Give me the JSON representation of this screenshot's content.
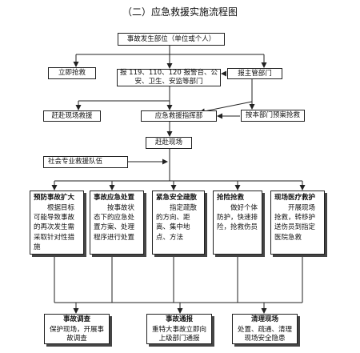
{
  "title": "（二）应急救援实施流程图",
  "nodes": {
    "accident_unit": "事故发生部位（单位或个人）",
    "immediate_rescue": "立即抢救",
    "report_depts": "报 119、110、120 报警台、公安、卫生、安监等部门",
    "report_mgmt": "报主管部门",
    "rush_rescue": "赶赴现场救援",
    "command": "应急救援指挥部",
    "dept_plan": "按本部门预案抢救",
    "rush_scene": "赶赴现场",
    "social_team": "社会专业救援队伍"
  },
  "actions": [
    {
      "title": "预防事故扩大",
      "text": "根据目标可能导致事故的再次发生需采取针对性措施"
    },
    {
      "title": "事故应急处置",
      "text": "按事故状态下的应急处置方案、处理程序进行处置"
    },
    {
      "title": "紧急安全疏散",
      "text": "指定疏散的方向、距离、集中地点、方法"
    },
    {
      "title": "抢险抢救",
      "text": "做好个体防护，快速排险，抢救伤员"
    },
    {
      "title": "现场医疗救护",
      "text": "开展现场抢救，转移护送伤员到指定医院急救"
    }
  ],
  "finals": [
    {
      "title": "事故调查",
      "text": "保护现场，开展事故调查"
    },
    {
      "title": "事故通报",
      "text": "重特大事故立即向上级部门通报"
    },
    {
      "title": "清理现场",
      "text": "处置、疏通、清理现场安全隐患"
    }
  ]
}
